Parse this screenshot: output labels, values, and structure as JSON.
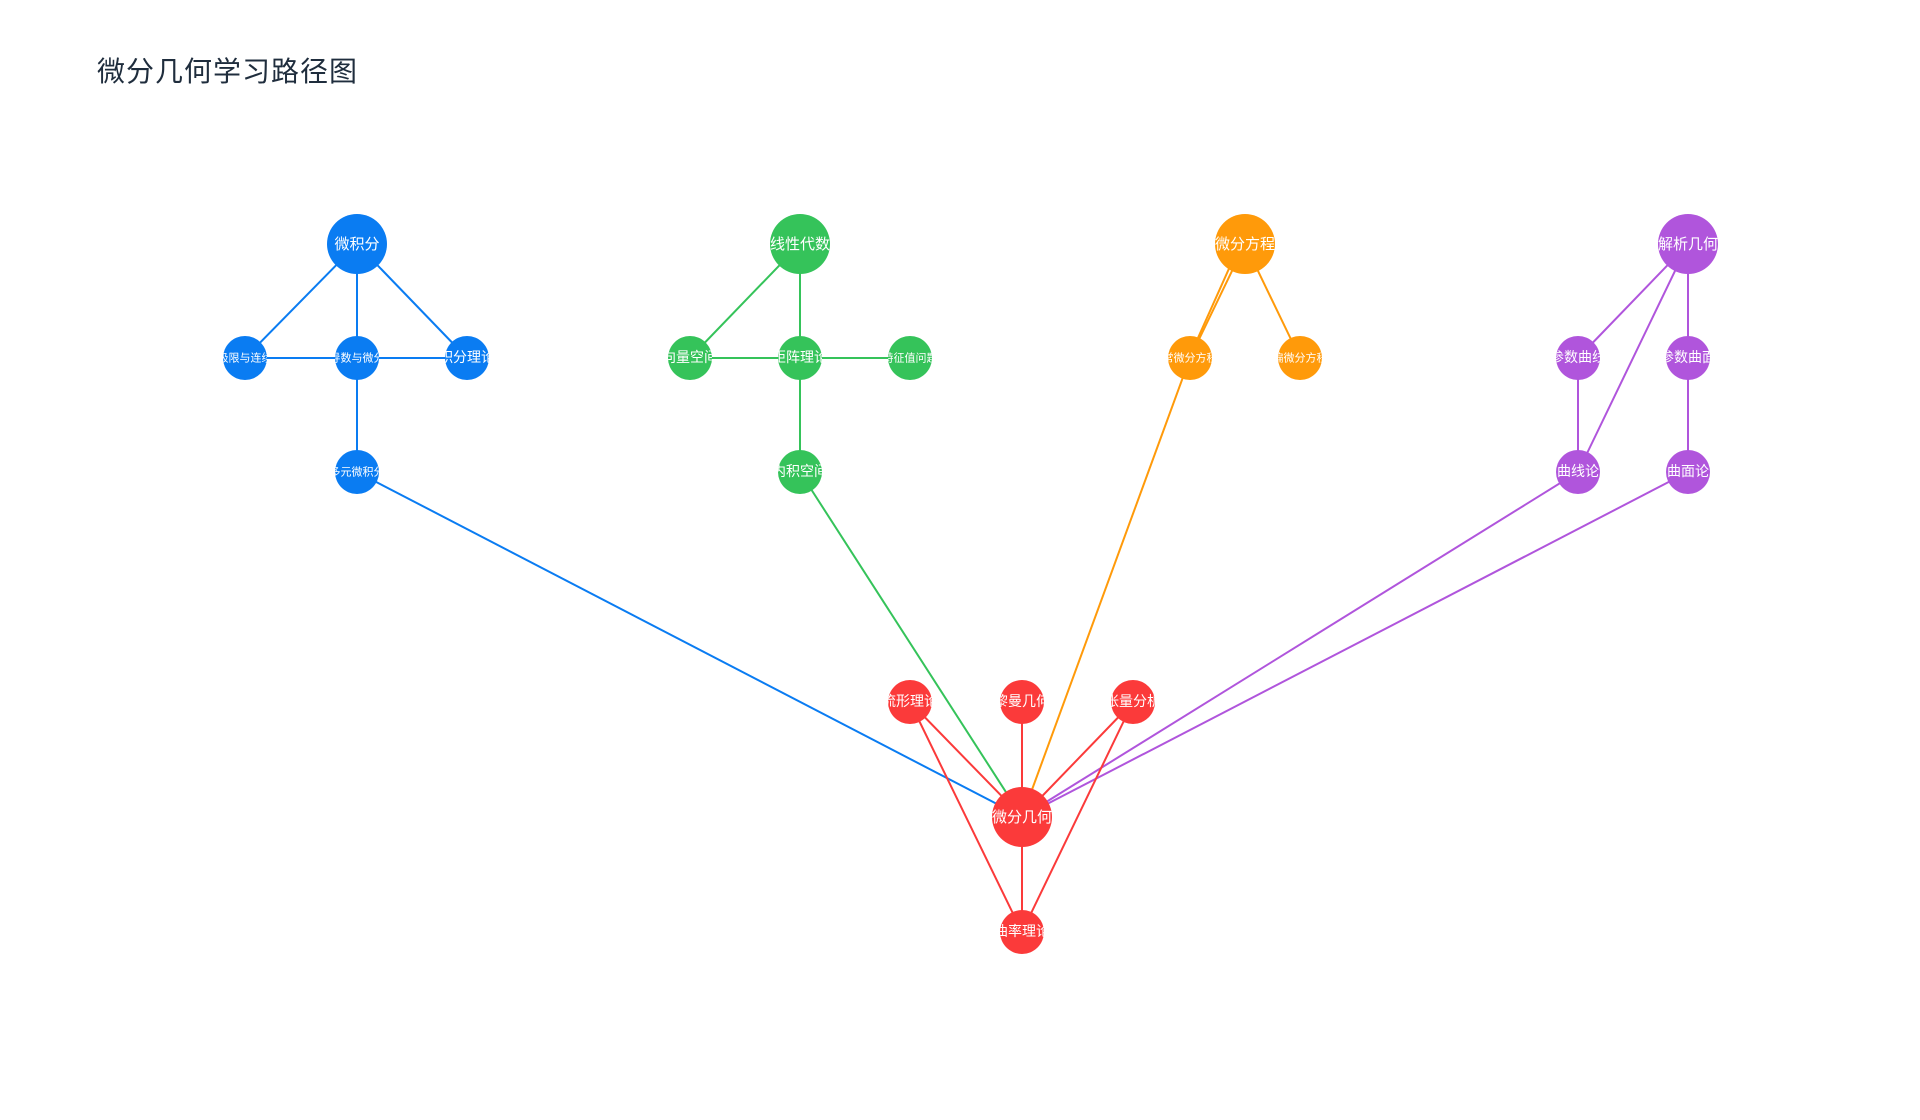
{
  "title": "微分几何学习路径图",
  "colors": {
    "calculus": "#0a7cf2",
    "linear_algebra": "#35c35a",
    "differential_equations": "#ff9a0a",
    "analytic_geometry": "#b055dc",
    "differential_geometry": "#fb3a3a"
  },
  "nodes": [
    {
      "id": "calc",
      "label": "微积分",
      "group": "calculus",
      "size": "large"
    },
    {
      "id": "limit",
      "label": "极限与连续",
      "group": "calculus",
      "size": "small"
    },
    {
      "id": "deriv",
      "label": "导数与微分",
      "group": "calculus",
      "size": "small"
    },
    {
      "id": "integ",
      "label": "积分理论",
      "group": "calculus",
      "size": "small"
    },
    {
      "id": "multi",
      "label": "多元微积分",
      "group": "calculus",
      "size": "small"
    },
    {
      "id": "linalg",
      "label": "线性代数",
      "group": "linear_algebra",
      "size": "large"
    },
    {
      "id": "vecsp",
      "label": "向量空间",
      "group": "linear_algebra",
      "size": "small"
    },
    {
      "id": "matrix",
      "label": "矩阵理论",
      "group": "linear_algebra",
      "size": "small"
    },
    {
      "id": "eigen",
      "label": "特征值问题",
      "group": "linear_algebra",
      "size": "small"
    },
    {
      "id": "inner",
      "label": "内积空间",
      "group": "linear_algebra",
      "size": "small"
    },
    {
      "id": "de",
      "label": "微分方程",
      "group": "differential_equations",
      "size": "large"
    },
    {
      "id": "ode",
      "label": "常微分方程",
      "group": "differential_equations",
      "size": "small"
    },
    {
      "id": "pde",
      "label": "偏微分方程",
      "group": "differential_equations",
      "size": "small"
    },
    {
      "id": "ag",
      "label": "解析几何",
      "group": "analytic_geometry",
      "size": "large"
    },
    {
      "id": "pcurve",
      "label": "参数曲线",
      "group": "analytic_geometry",
      "size": "small"
    },
    {
      "id": "psurf",
      "label": "参数曲面",
      "group": "analytic_geometry",
      "size": "small"
    },
    {
      "id": "curvet",
      "label": "曲线论",
      "group": "analytic_geometry",
      "size": "small"
    },
    {
      "id": "surft",
      "label": "曲面论",
      "group": "analytic_geometry",
      "size": "small"
    },
    {
      "id": "manifold",
      "label": "流形理论",
      "group": "differential_geometry",
      "size": "small"
    },
    {
      "id": "riemann",
      "label": "黎曼几何",
      "group": "differential_geometry",
      "size": "small"
    },
    {
      "id": "tensor",
      "label": "张量分析",
      "group": "differential_geometry",
      "size": "small"
    },
    {
      "id": "dg",
      "label": "微分几何",
      "group": "differential_geometry",
      "size": "large"
    },
    {
      "id": "curvature",
      "label": "曲率理论",
      "group": "differential_geometry",
      "size": "small"
    }
  ],
  "edges": [
    {
      "from": "calc",
      "to": "limit"
    },
    {
      "from": "calc",
      "to": "deriv"
    },
    {
      "from": "calc",
      "to": "integ"
    },
    {
      "from": "limit",
      "to": "deriv"
    },
    {
      "from": "deriv",
      "to": "integ"
    },
    {
      "from": "deriv",
      "to": "multi"
    },
    {
      "from": "multi",
      "to": "dg"
    },
    {
      "from": "linalg",
      "to": "vecsp"
    },
    {
      "from": "linalg",
      "to": "matrix"
    },
    {
      "from": "vecsp",
      "to": "matrix"
    },
    {
      "from": "matrix",
      "to": "eigen"
    },
    {
      "from": "matrix",
      "to": "inner"
    },
    {
      "from": "inner",
      "to": "dg"
    },
    {
      "from": "de",
      "to": "ode"
    },
    {
      "from": "de",
      "to": "ode"
    },
    {
      "from": "de",
      "to": "pde"
    },
    {
      "from": "ode",
      "to": "dg"
    },
    {
      "from": "ag",
      "to": "pcurve"
    },
    {
      "from": "ag",
      "to": "psurf"
    },
    {
      "from": "ag",
      "to": "curvet"
    },
    {
      "from": "pcurve",
      "to": "curvet"
    },
    {
      "from": "psurf",
      "to": "surft"
    },
    {
      "from": "curvet",
      "to": "dg"
    },
    {
      "from": "surft",
      "to": "dg"
    },
    {
      "from": "manifold",
      "to": "dg"
    },
    {
      "from": "riemann",
      "to": "dg"
    },
    {
      "from": "tensor",
      "to": "dg"
    },
    {
      "from": "manifold",
      "to": "curvature"
    },
    {
      "from": "tensor",
      "to": "curvature"
    },
    {
      "from": "dg",
      "to": "curvature"
    }
  ]
}
